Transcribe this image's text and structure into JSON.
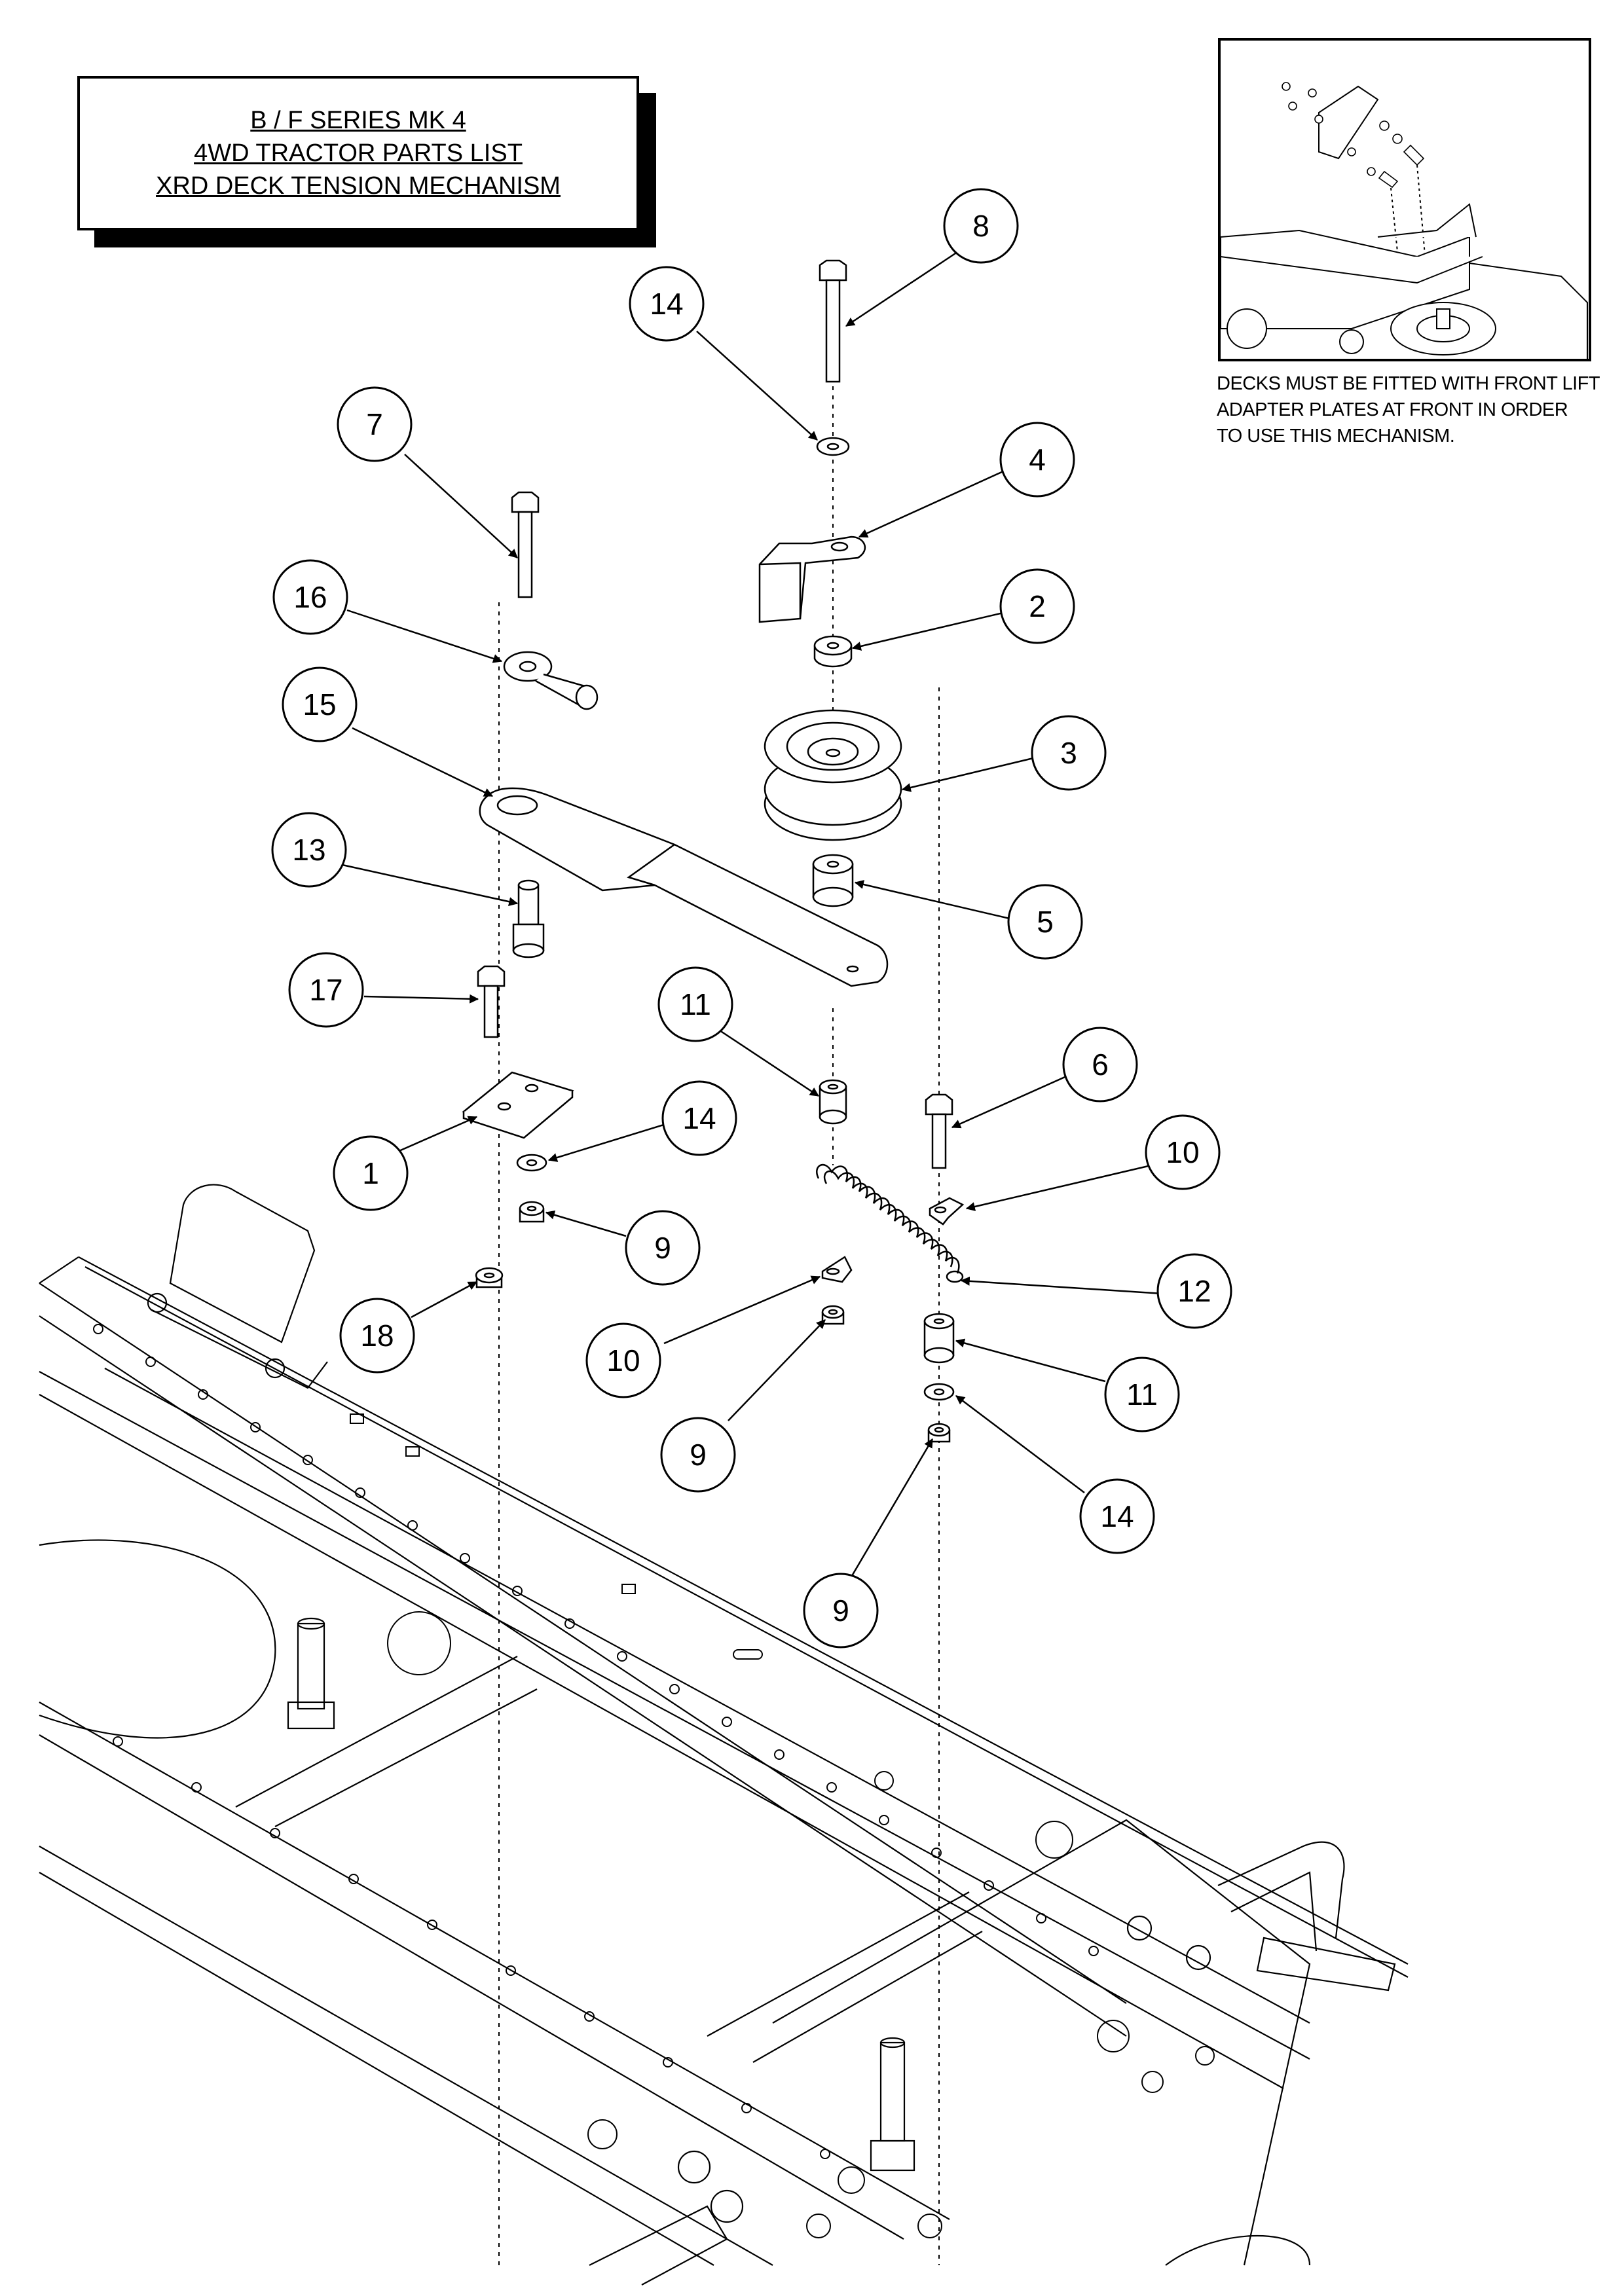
{
  "title": {
    "line1": "B / F SERIES MK 4",
    "line2": "4WD TRACTOR PARTS LIST",
    "line3": "XRD DECK TENSION MECHANISM"
  },
  "inset_note": {
    "line1": "DECKS MUST BE FITTED WITH FRONT LIFT",
    "line2": "ADAPTER PLATES AT FRONT IN ORDER",
    "line3": "TO USE THIS MECHANISM."
  },
  "callouts": [
    {
      "id": "c8",
      "label": "8"
    },
    {
      "id": "c14a",
      "label": "14"
    },
    {
      "id": "c7",
      "label": "7"
    },
    {
      "id": "c4",
      "label": "4"
    },
    {
      "id": "c16",
      "label": "16"
    },
    {
      "id": "c2",
      "label": "2"
    },
    {
      "id": "c15",
      "label": "15"
    },
    {
      "id": "c3",
      "label": "3"
    },
    {
      "id": "c13",
      "label": "13"
    },
    {
      "id": "c5",
      "label": "5"
    },
    {
      "id": "c17",
      "label": "17"
    },
    {
      "id": "c11a",
      "label": "11"
    },
    {
      "id": "c6",
      "label": "6"
    },
    {
      "id": "c14b",
      "label": "14"
    },
    {
      "id": "c1",
      "label": "1"
    },
    {
      "id": "c10a",
      "label": "10"
    },
    {
      "id": "c9a",
      "label": "9"
    },
    {
      "id": "c12",
      "label": "12"
    },
    {
      "id": "c18",
      "label": "18"
    },
    {
      "id": "c10b",
      "label": "10"
    },
    {
      "id": "c11b",
      "label": "11"
    },
    {
      "id": "c9b",
      "label": "9"
    },
    {
      "id": "c14c",
      "label": "14"
    },
    {
      "id": "c9c",
      "label": "9"
    }
  ]
}
